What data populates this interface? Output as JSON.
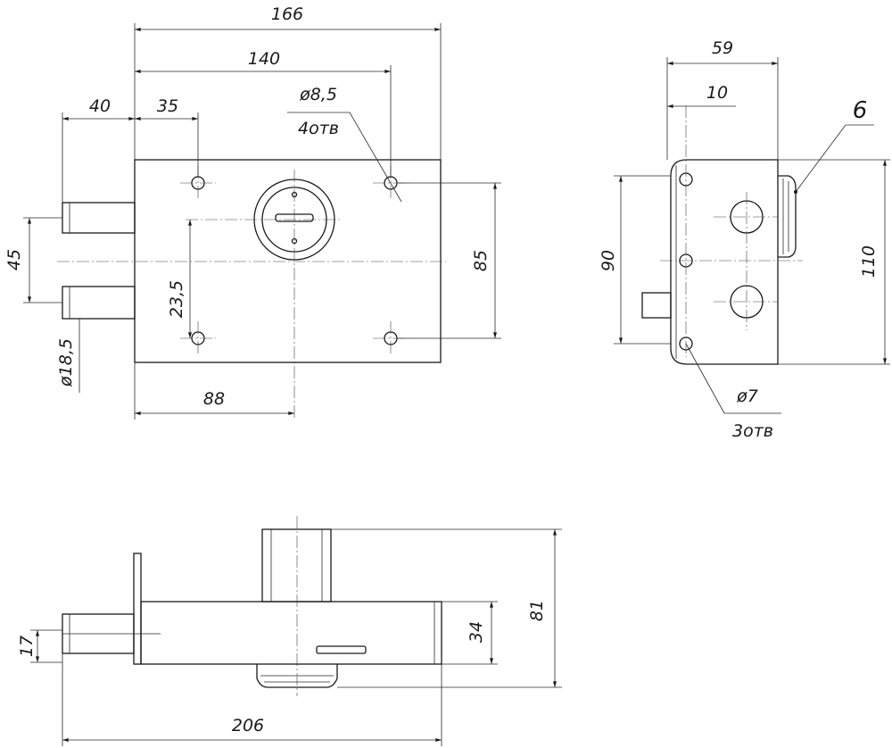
{
  "front_view": {
    "dim_overall_width": "166",
    "dim_hole_spacing": "140",
    "dim_bolt_projection": "40",
    "dim_key_to_hole": "35",
    "hole_callout_diameter": "ø8,5",
    "hole_callout_count": "4отв",
    "dim_height": "85",
    "dim_bolt_spacing": "45",
    "dim_vertical_hole": "23,5",
    "dim_bolt_diameter": "ø18,5",
    "dim_key_position": "88"
  },
  "side_view": {
    "dim_depth": "59",
    "dim_offset": "10",
    "callout_item": "6",
    "dim_inner_height": "90",
    "dim_outer_height": "110",
    "hole_callout_diameter": "ø7",
    "hole_callout_count": "3отв"
  },
  "top_view": {
    "dim_total_length": "206",
    "dim_bolt_thickness": "17",
    "dim_body_thickness": "34",
    "dim_total_height": "81"
  }
}
